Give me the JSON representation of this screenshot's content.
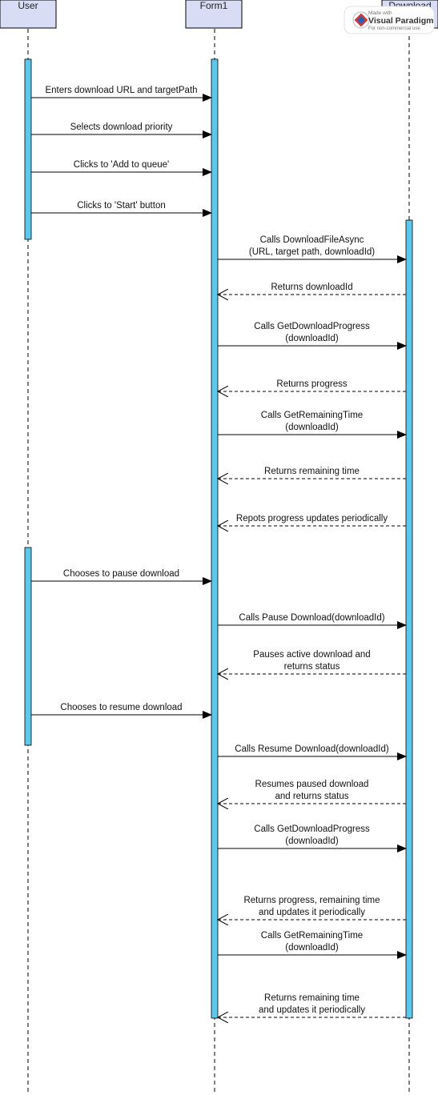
{
  "participants": [
    {
      "name": "User"
    },
    {
      "name": "Form1"
    },
    {
      "name": "Download"
    }
  ],
  "colors": {
    "header_fill": "#d8dcf4",
    "activation_fill": "#5ec8ec",
    "line": "#000000",
    "logo_red": "#d23a3a",
    "logo_blue": "#2a5fb4"
  },
  "watermark": {
    "made_with": "Made with",
    "brand": "Visual Paradigm",
    "note": "For non-commercial use"
  },
  "messages": [
    {
      "id": "m1",
      "from": "User",
      "to": "Form1",
      "kind": "sync",
      "lines": [
        "Enters download URL and targetPath"
      ]
    },
    {
      "id": "m2",
      "from": "User",
      "to": "Form1",
      "kind": "sync",
      "lines": [
        "Selects download priority"
      ]
    },
    {
      "id": "m3",
      "from": "User",
      "to": "Form1",
      "kind": "sync",
      "lines": [
        "Clicks to 'Add to queue'"
      ]
    },
    {
      "id": "m4",
      "from": "User",
      "to": "Form1",
      "kind": "sync",
      "lines": [
        "Clicks to 'Start' button"
      ]
    },
    {
      "id": "m5",
      "from": "Form1",
      "to": "Download",
      "kind": "sync",
      "lines": [
        "Calls DownloadFileAsync",
        "(URL, target path, downloadId)"
      ]
    },
    {
      "id": "m6",
      "from": "Download",
      "to": "Form1",
      "kind": "return",
      "lines": [
        "Returns downloadId"
      ]
    },
    {
      "id": "m7",
      "from": "Form1",
      "to": "Download",
      "kind": "sync",
      "lines": [
        "Calls GetDownloadProgress",
        "(downloadId)"
      ]
    },
    {
      "id": "m8",
      "from": "Download",
      "to": "Form1",
      "kind": "return",
      "lines": [
        "Returns progress"
      ]
    },
    {
      "id": "m9",
      "from": "Form1",
      "to": "Download",
      "kind": "sync",
      "lines": [
        "Calls GetRemainingTime",
        "(downloadId)"
      ]
    },
    {
      "id": "m10",
      "from": "Download",
      "to": "Form1",
      "kind": "return",
      "lines": [
        "Returns remaining time"
      ]
    },
    {
      "id": "m11",
      "from": "Download",
      "to": "Form1",
      "kind": "return",
      "lines": [
        "Repots progress updates periodically"
      ]
    },
    {
      "id": "m12",
      "from": "User",
      "to": "Form1",
      "kind": "sync",
      "lines": [
        "Chooses to pause download"
      ]
    },
    {
      "id": "m13",
      "from": "Form1",
      "to": "Download",
      "kind": "sync",
      "lines": [
        "Calls Pause Download(downloadId)"
      ]
    },
    {
      "id": "m14",
      "from": "Download",
      "to": "Form1",
      "kind": "return",
      "lines": [
        "Pauses active download and",
        "returns status"
      ]
    },
    {
      "id": "m15",
      "from": "User",
      "to": "Form1",
      "kind": "sync",
      "lines": [
        "Chooses to resume download"
      ]
    },
    {
      "id": "m16",
      "from": "Form1",
      "to": "Download",
      "kind": "sync",
      "lines": [
        "Calls Resume Download(downloadId)"
      ]
    },
    {
      "id": "m17",
      "from": "Download",
      "to": "Form1",
      "kind": "return",
      "lines": [
        "Resumes paused download",
        "and returns status"
      ]
    },
    {
      "id": "m18",
      "from": "Form1",
      "to": "Download",
      "kind": "sync",
      "lines": [
        "Calls GetDownloadProgress",
        "(downloadId)"
      ]
    },
    {
      "id": "m19",
      "from": "Download",
      "to": "Form1",
      "kind": "return",
      "lines": [
        "Returns progress, remaining time",
        "and updates it periodically"
      ]
    },
    {
      "id": "m20",
      "from": "Form1",
      "to": "Download",
      "kind": "sync",
      "lines": [
        "Calls GetRemainingTime",
        "(downloadId)"
      ]
    },
    {
      "id": "m21",
      "from": "Download",
      "to": "Form1",
      "kind": "return",
      "lines": [
        "Returns  remaining time",
        "and updates it periodically"
      ]
    }
  ]
}
